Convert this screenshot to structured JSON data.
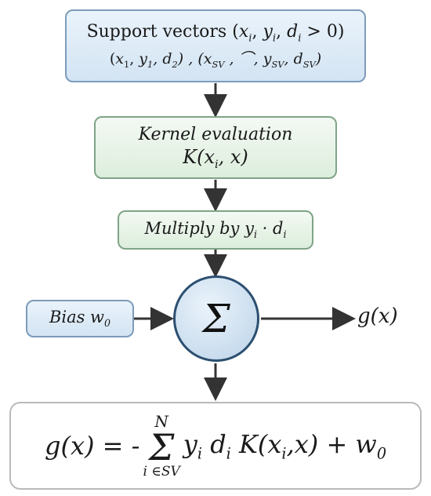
{
  "support": {
    "line1": "Support vectors (xi, yi, di > 0)",
    "line2": "(x1, y1, d2) , (xSV , ⌒, ySV, dSV)"
  },
  "kernel": {
    "title": "Kernel evaluation",
    "expr": "K(xi, x)"
  },
  "multiply": {
    "text": "Multiply by yi · di"
  },
  "bias": {
    "text": "Bias w0"
  },
  "sum_node": {
    "symbol": "Σ"
  },
  "output": {
    "label": "g(x)"
  },
  "formula": {
    "text": "g(x) = -Σ_{i∈SV}^{N} yi di K(xi,x) + w0"
  },
  "colors": {
    "arrow": "#333333",
    "node_border": "#2c4f70"
  }
}
